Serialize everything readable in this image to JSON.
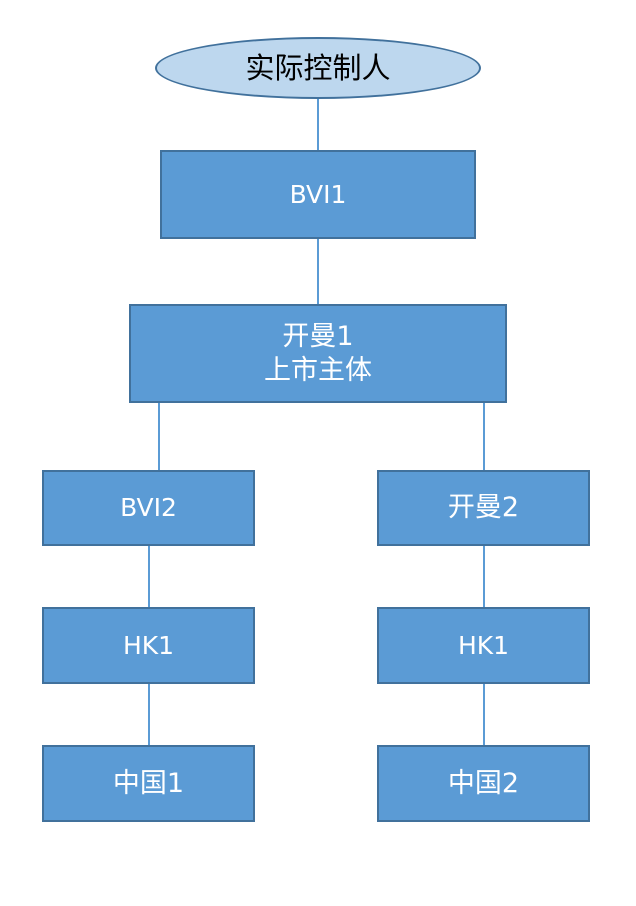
{
  "diagram": {
    "root": {
      "label": "实际控制人"
    },
    "bvi1": {
      "label": "BVI1"
    },
    "cayman1": {
      "line1": "开曼1",
      "line2": "上市主体"
    },
    "bvi2": {
      "label": "BVI2"
    },
    "cayman2": {
      "label": "开曼2"
    },
    "hk_left": {
      "label": "HK1"
    },
    "hk_right": {
      "label": "HK1"
    },
    "china1": {
      "label": "中国1"
    },
    "china2": {
      "label": "中国2"
    }
  },
  "colors": {
    "box_fill": "#5b9bd5",
    "box_border": "#41719c",
    "root_fill": "#bdd7ee",
    "connector": "#5b9bd5"
  }
}
